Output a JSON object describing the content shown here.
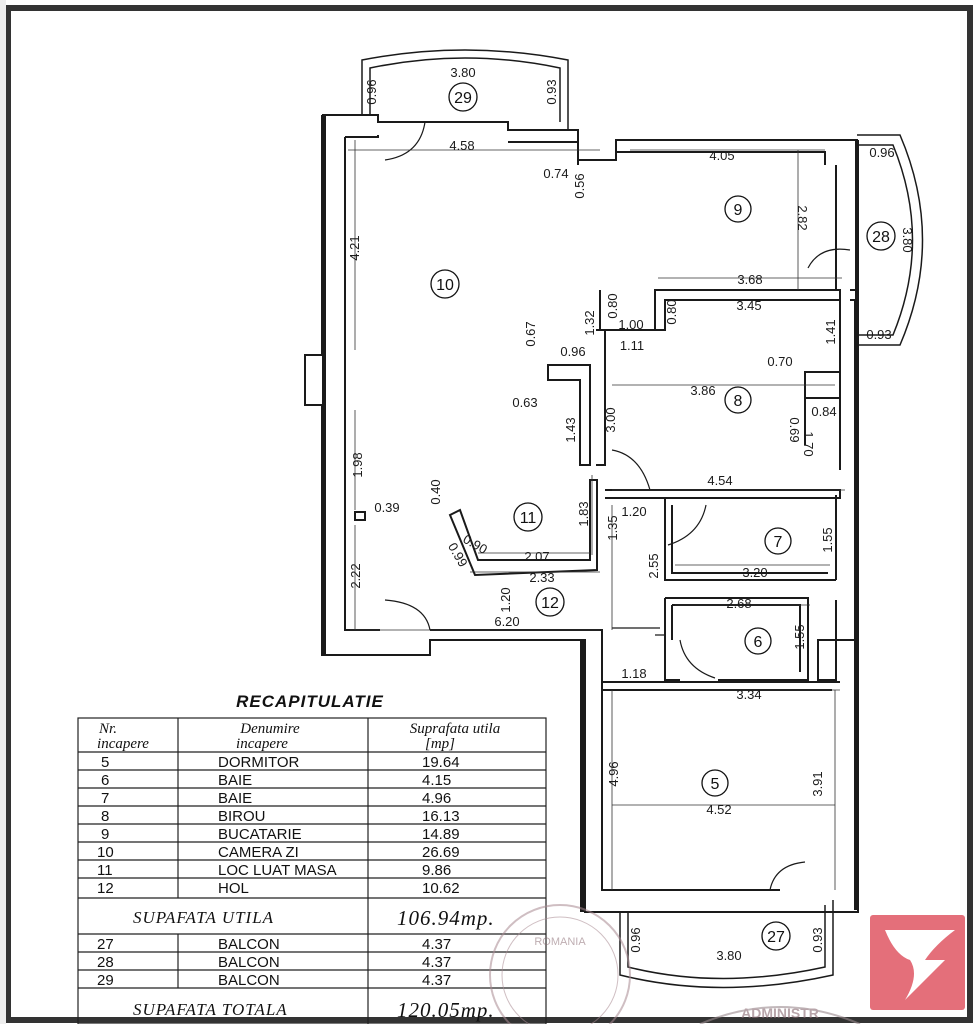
{
  "plan": {
    "rooms": [
      {
        "num": "5"
      },
      {
        "num": "6"
      },
      {
        "num": "7"
      },
      {
        "num": "8"
      },
      {
        "num": "9"
      },
      {
        "num": "10"
      },
      {
        "num": "11"
      },
      {
        "num": "12"
      },
      {
        "num": "27"
      },
      {
        "num": "28"
      },
      {
        "num": "29"
      }
    ],
    "dims": [
      "3.80",
      "0.96",
      "0.93",
      "4.58",
      "4.05",
      "0.74",
      "0.56",
      "0.96",
      "2.82",
      "3.80",
      "4.21",
      "3.68",
      "0.80",
      "3.45",
      "1.32",
      "0.80",
      "1.00",
      "1.11",
      "0.67",
      "0.96",
      "1.41",
      "0.93",
      "0.70",
      "3.86",
      "0.63",
      "3.00",
      "1.43",
      "0.84",
      "0.69",
      "1.70",
      "1.98",
      "4.54",
      "0.40",
      "0.39",
      "1.20",
      "1.83",
      "1.35",
      "1.55",
      "0.90",
      "0.99",
      "2.07",
      "3.20",
      "2.22",
      "2.33",
      "2.55",
      "1.20",
      "2.68",
      "6.20",
      "1.55",
      "1.18",
      "3.34",
      "4.96",
      "3.91",
      "4.52",
      "0.96",
      "0.93",
      "3.80"
    ]
  },
  "table": {
    "title": "RECAPITULATIE",
    "headers": {
      "nr_1": "Nr.",
      "nr_2": "incapere",
      "name_1": "Denumire",
      "name_2": "incapere",
      "area_1": "Suprafata utila",
      "area_2": "[mp]"
    },
    "rows": [
      {
        "nr": "5",
        "name": "DORMITOR",
        "area": "19.64"
      },
      {
        "nr": "6",
        "name": "BAIE",
        "area": "4.15"
      },
      {
        "nr": "7",
        "name": "BAIE",
        "area": "4.96"
      },
      {
        "nr": "8",
        "name": "BIROU",
        "area": "16.13"
      },
      {
        "nr": "9",
        "name": "BUCATARIE",
        "area": "14.89"
      },
      {
        "nr": "10",
        "name": "CAMERA ZI",
        "area": "26.69"
      },
      {
        "nr": "11",
        "name": "LOC LUAT MASA",
        "area": "9.86"
      },
      {
        "nr": "12",
        "name": "HOL",
        "area": "10.62"
      }
    ],
    "util_label": "SUPAFATA UTILA",
    "util_value": "106.94mp.",
    "balcony_rows": [
      {
        "nr": "27",
        "name": "BALCON",
        "area": "4.37"
      },
      {
        "nr": "28",
        "name": "BALCON",
        "area": "4.37"
      },
      {
        "nr": "29",
        "name": "BALCON",
        "area": "4.37"
      }
    ],
    "total_label": "SUPAFATA TOTALA",
    "total_value": "120.05mp."
  },
  "stamp": {
    "text_1": "ROMANIA",
    "text_2": "ADMINISTR"
  },
  "colors": {
    "logo": "#e46f7a",
    "wall": "#1a1a1a",
    "frame": "#333333"
  }
}
